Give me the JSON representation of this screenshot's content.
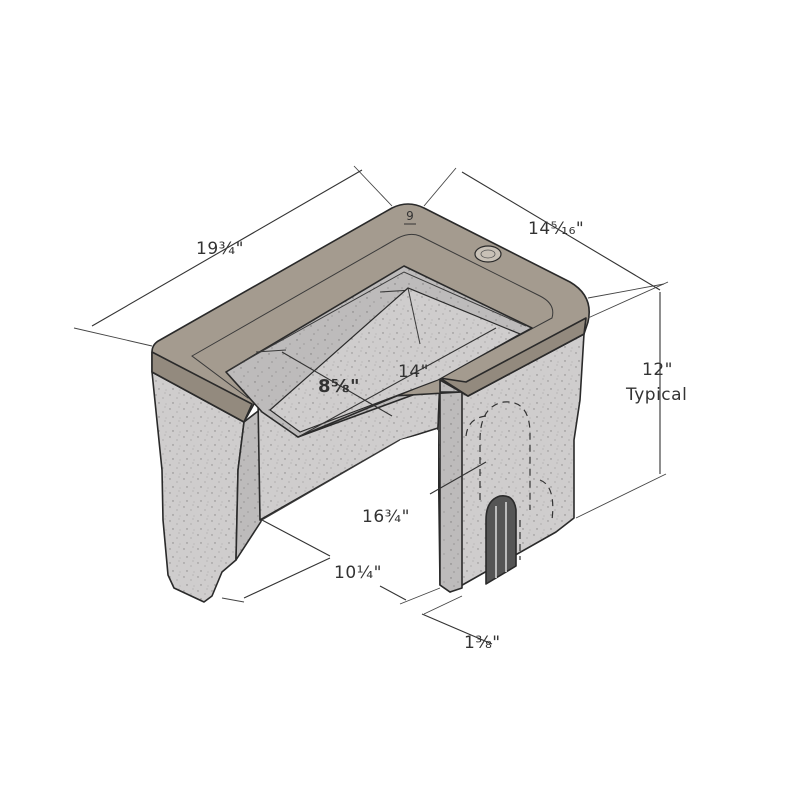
{
  "colors": {
    "concrete": "#cfcdcd",
    "concrete_dark": "#b9b7b7",
    "lid_rim": "#a49b8f",
    "lid_inner": "#bab3a9",
    "line": "#2a2a2a"
  },
  "lid": {
    "number_mark": "9"
  },
  "dimensions": {
    "length": "19¾\"",
    "width": "14⁵⁄₁₆\"",
    "height_value": "12\"",
    "height_note": "Typical",
    "opening_width": "8⅝\"",
    "opening_length": "14\"",
    "base_length": "16¾\"",
    "end_opening": "10¼\"",
    "knockout_width": "1⅜\""
  }
}
